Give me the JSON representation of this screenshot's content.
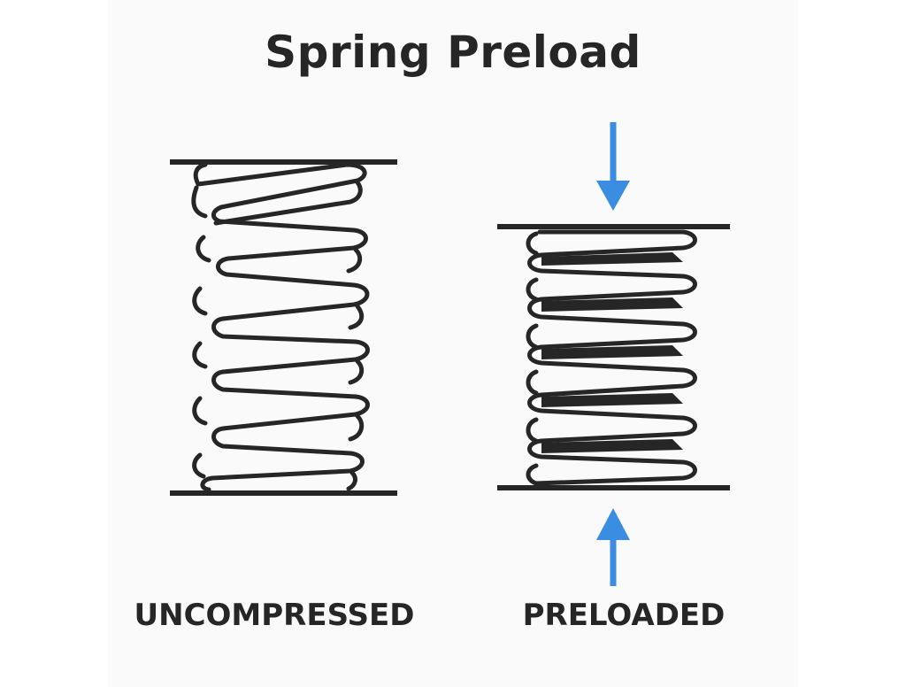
{
  "title": "Spring Preload",
  "captions": {
    "left": "UNCOMPRESSED",
    "right": "PRELOADED"
  },
  "colors": {
    "ink": "#262626",
    "arrow": "#3a8de0",
    "background": "#fafafa"
  },
  "icons": {
    "top_arrow": "arrow-down-icon",
    "bottom_arrow": "arrow-up-icon"
  }
}
